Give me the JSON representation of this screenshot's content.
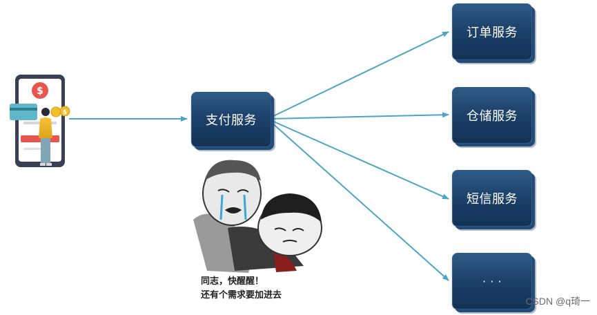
{
  "nodes": {
    "payment": "支付服务",
    "order": "订单服务",
    "warehouse": "仓储服务",
    "sms": "短信服务",
    "more": "· · ·"
  },
  "meme_caption": {
    "line1": "同志，快醒醒！",
    "line2": "还有个需求要加进去"
  },
  "watermark": "CSDN @q琦一"
}
